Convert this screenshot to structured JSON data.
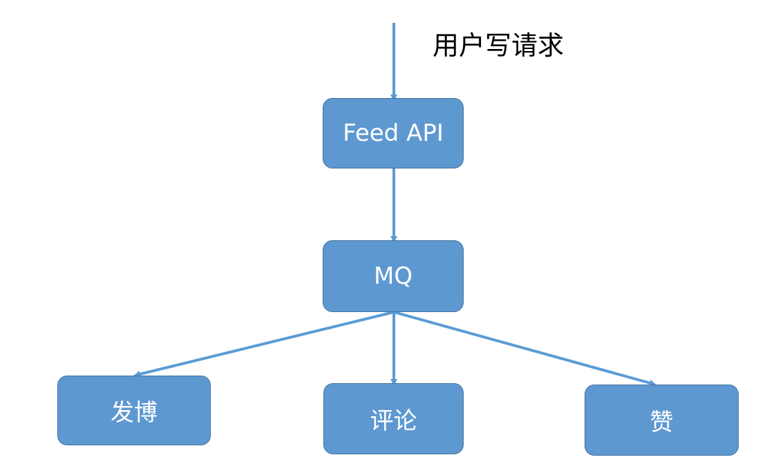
{
  "request_label": "用户写请求",
  "nodes": {
    "feed_api": "Feed API",
    "mq": "MQ",
    "post": "发博",
    "comment": "评论",
    "like": "赞"
  },
  "colors": {
    "node_fill": "#5e98d1",
    "node_border": "#41719c",
    "edge": "#5b9bd5"
  }
}
